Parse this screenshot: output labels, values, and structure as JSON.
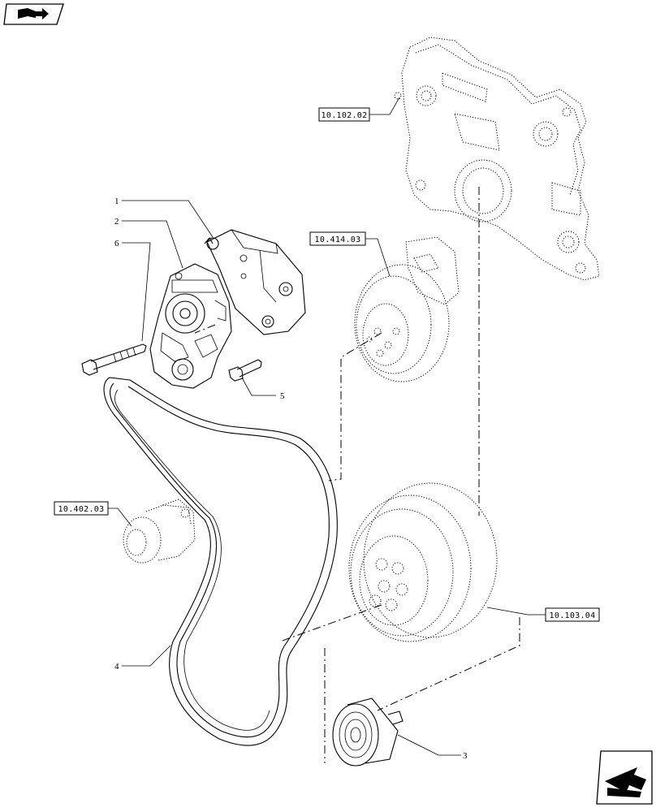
{
  "references": {
    "ref_10_102_02": "10.102.02",
    "ref_10_414_03": "10.414.03",
    "ref_10_402_03": "10.402.03",
    "ref_10_103_04": "10.103.04"
  },
  "callouts": {
    "item_1": "1",
    "item_2": "2",
    "item_3": "3",
    "item_4": "4",
    "item_5": "5",
    "item_6": "6"
  },
  "icons": {
    "top_left": "book-arrow-icon",
    "bottom_right": "next-page-arrow-icon"
  }
}
